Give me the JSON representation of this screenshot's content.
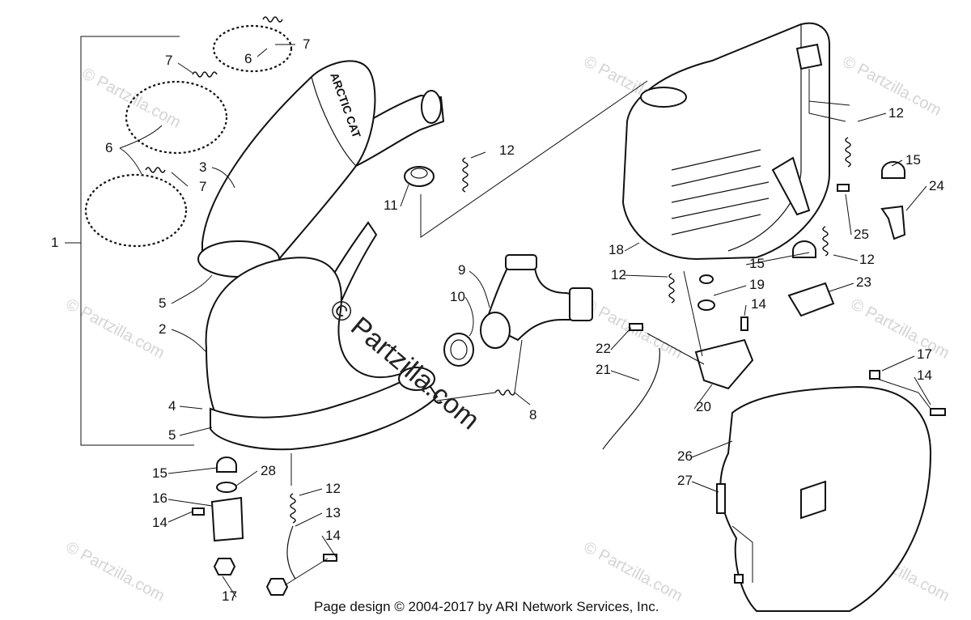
{
  "watermark": {
    "text": "© Partzilla.com",
    "center_text": "© Partzilla.com"
  },
  "muffler_branding": "ARCTIC CAT",
  "credit": "Page design © 2004-2017 by ARI Network Services, Inc.",
  "callouts": {
    "c1": "1",
    "c2": "2",
    "c3": "3",
    "c4": "4",
    "c5a": "5",
    "c5b": "5",
    "c6a": "6",
    "c6b": "6",
    "c7a": "7",
    "c7b": "7",
    "c7c": "7",
    "c8": "8",
    "c9": "9",
    "c10": "10",
    "c11": "11",
    "c12a": "12",
    "c12b": "12",
    "c12c": "12",
    "c12d": "12",
    "c12e": "12",
    "c13": "13",
    "c14a": "14",
    "c14b": "14",
    "c14c": "14",
    "c14d": "14",
    "c15a": "15",
    "c15b": "15",
    "c15c": "15",
    "c16": "16",
    "c17a": "17",
    "c17b": "17",
    "c18": "18",
    "c19": "19",
    "c20": "20",
    "c21": "21",
    "c22": "22",
    "c23": "23",
    "c24": "24",
    "c25": "25",
    "c26": "26",
    "c27": "27",
    "c28": "28"
  }
}
